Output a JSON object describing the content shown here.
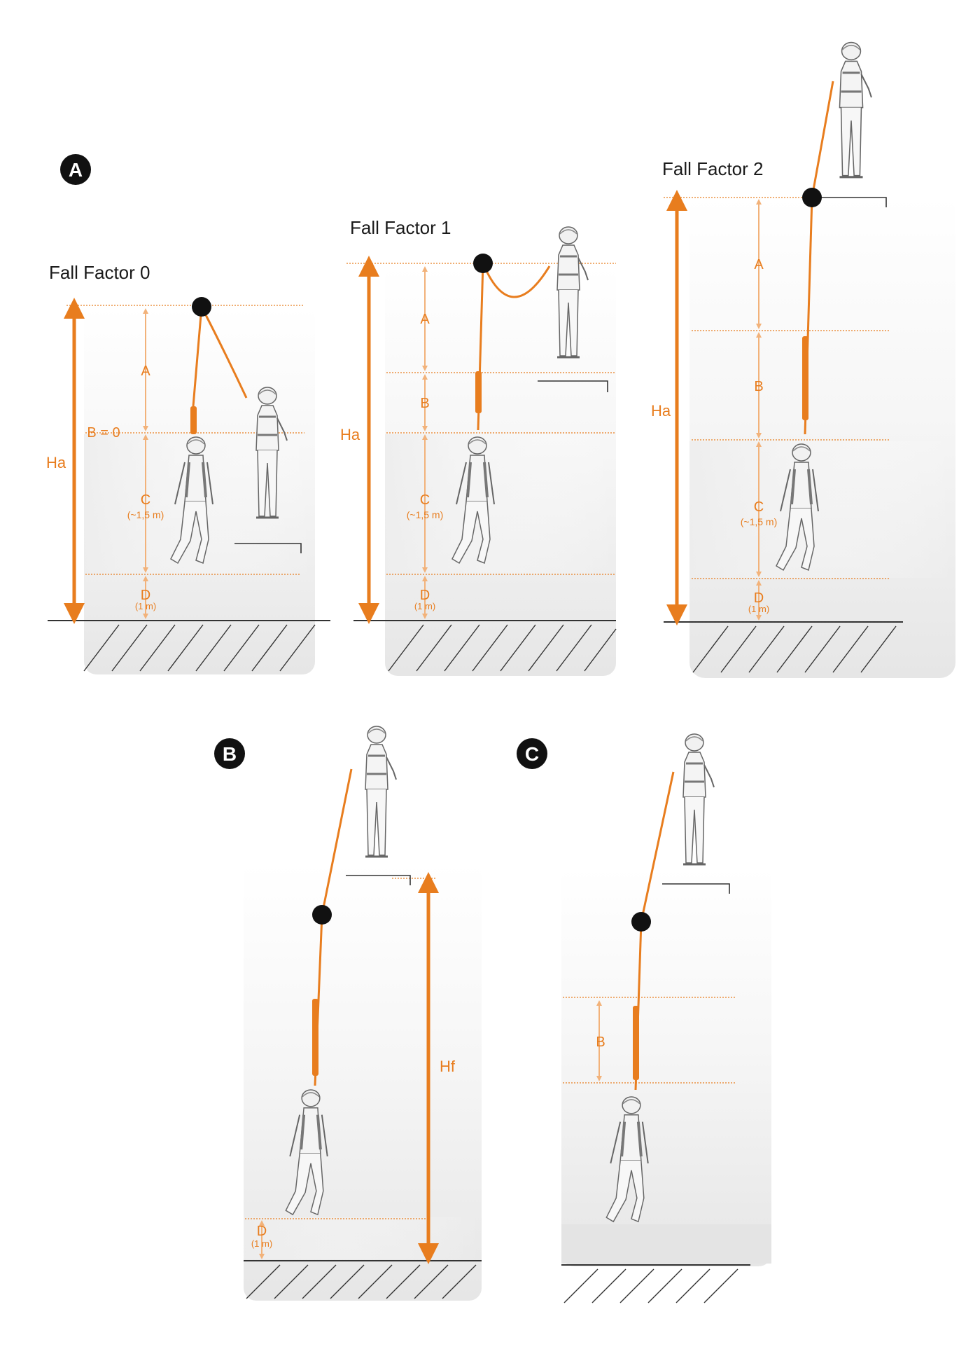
{
  "colors": {
    "accent": "#e87d1e",
    "anchor": "#111111",
    "ink": "#1a1a1a"
  },
  "sections": {
    "a": {
      "badge": "A"
    },
    "b": {
      "badge": "B"
    },
    "c": {
      "badge": "C"
    }
  },
  "panels": {
    "ff0": {
      "title": "Fall Factor 0",
      "a": "A",
      "b": "B = 0",
      "c": "C",
      "c_note": "(~1,5 m)",
      "d": "D",
      "d_note": "(1 m)",
      "ha": "Ha"
    },
    "ff1": {
      "title": "Fall Factor 1",
      "a": "A",
      "b": "B",
      "c": "C",
      "c_note": "(~1,5 m)",
      "d": "D",
      "d_note": "(1 m)",
      "ha": "Ha"
    },
    "ff2": {
      "title": "Fall Factor 2",
      "a": "A",
      "b": "B",
      "c": "C",
      "c_note": "(~1,5 m)",
      "d": "D",
      "d_note": "(1 m)",
      "ha": "Ha"
    },
    "b": {
      "d": "D",
      "d_note": "(1 m)",
      "hf": "Hf"
    },
    "c": {
      "b": "B"
    }
  }
}
